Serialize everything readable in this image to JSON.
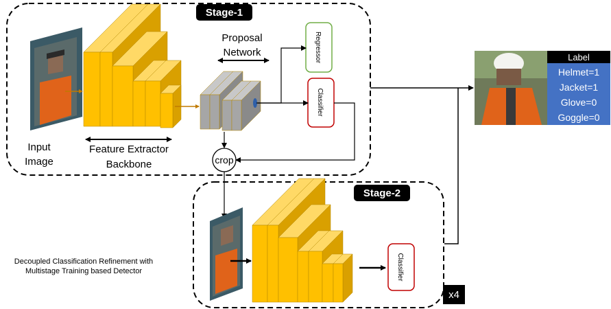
{
  "stage1": {
    "title": "Stage-1"
  },
  "stage2": {
    "title": "Stage-2"
  },
  "input_label": {
    "line1": "Input",
    "line2": "Image"
  },
  "backbone_label": {
    "line1": "Feature Extractor",
    "line2": "Backbone"
  },
  "proposal_label": {
    "line1": "Proposal",
    "line2": "Network"
  },
  "regressor": "Regressor",
  "classifier1": "Classifier",
  "classifier2": "Classifier",
  "crop": "crop",
  "repeat": "x4",
  "caption": {
    "line1": "Decoupled Classification Refinement with",
    "line2": "Multistage Training based Detector"
  },
  "output": {
    "header": "Label",
    "items": [
      "Helmet=1",
      "Jacket=1",
      "Glove=0",
      "Goggle=0"
    ]
  },
  "colors": {
    "block": "#ffc000",
    "block_dark": "#d9a000",
    "proposal": "#a6a6a6",
    "label_bg": "#4472c4",
    "regressor_border": "#70ad47",
    "classifier_border": "#c00000"
  }
}
